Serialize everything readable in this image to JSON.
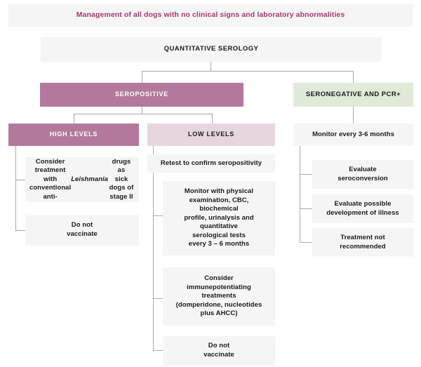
{
  "title": {
    "text": "Management of all dogs with no clinical signs and laboratory abnormalities",
    "color": "#a43a6e",
    "background": "#f5f5f5"
  },
  "palette": {
    "plum": "#b3799c",
    "pink": "#e6d6e0",
    "green": "#dfead9",
    "box": "#f5f5f5",
    "line": "#a8a8a8",
    "text": "#1a1a1a"
  },
  "flow": {
    "root": "QUANTITATIVE SEROLOGY",
    "branch_seropositive": "SEROPOSITIVE",
    "branch_seronegative": "SERONEGATIVE AND PCR+",
    "level_high": "HIGH LEVELS",
    "level_low": "LOW LEVELS",
    "high_actions": [
      "Consider treatment with\nconventional\nanti-<em>Leishmania</em> drugs as\nsick dogs of stage II",
      "Do not\nvaccinate"
    ],
    "low_header": "Retest to confirm seropositivity",
    "low_actions": [
      "Monitor with physical\nexamination, CBC,\nbiochemical\nprofile, urinalysis and\nquantitative\nserological tests\nevery 3 – 6 months",
      "Consider\nimmunepotentiating\ntreatments\n(domperidone, nucleotides\nplus AHCC)",
      "Do not\nvaccinate"
    ],
    "negative_header": "Monitor every 3-6 months",
    "negative_actions": [
      "Evaluate\nseroconversion",
      "Evaluate possible\ndevelopment of illness",
      "Treatment not\nrecommended"
    ]
  }
}
